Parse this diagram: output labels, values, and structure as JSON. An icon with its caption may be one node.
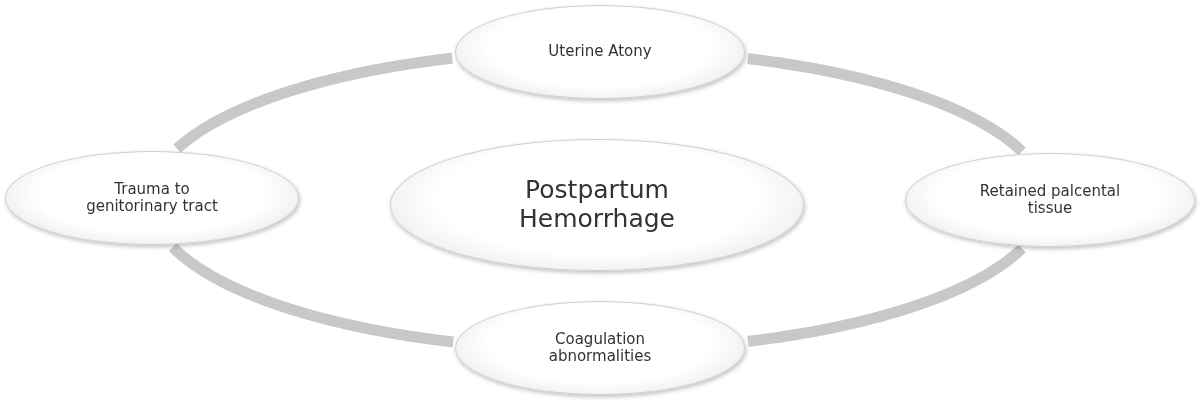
{
  "diagram": {
    "nodes": [
      {
        "text": [
          "Postpartum Hemorrhage"
        ]
      },
      {
        "text": [
          "Uterine Atony"
        ]
      },
      {
        "text": [
          "Retained palcental tissue"
        ]
      },
      {
        "text": [
          "Coagulation abnormalities"
        ]
      },
      {
        "text": [
          "Trauma to genitorinary tract"
        ]
      }
    ],
    "edges": [
      {
        "from": 1,
        "to": 2,
        "arrow": "none"
      },
      {
        "from": 2,
        "to": 3,
        "arrow": "none"
      },
      {
        "from": 3,
        "to": 4,
        "arrow": "none"
      },
      {
        "from": 4,
        "to": 1,
        "arrow": "none"
      }
    ]
  }
}
